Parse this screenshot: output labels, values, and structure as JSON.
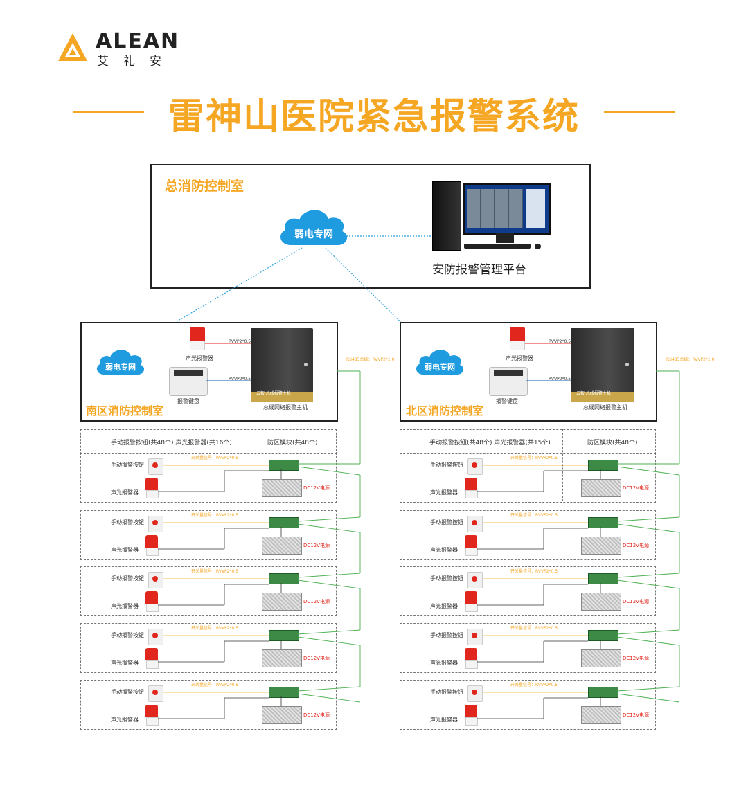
{
  "brand": {
    "logo_text": "ALEAN",
    "logo_cn": "艾礼安",
    "color": "#f5a623"
  },
  "title": "雷神山医院紧急报警系统",
  "central": {
    "room_label": "总消防控制室",
    "cloud_label": "弱电专网",
    "platform_label": "安防报警管理平台"
  },
  "south": {
    "room_label": "南区消防控制室",
    "cloud_label": "弱电专网",
    "siren_label": "声光报警器",
    "keypad_label": "报警键盘",
    "host_label": "总线网络报警主机",
    "host_badge": "云智·总线报警主机",
    "wire1": "RVVP2*0.5",
    "wire2": "RVVP2*0.5",
    "bus_wire": "RS485总线：RVVP2*1.0",
    "header_left": "手动报警按钮(共48个)   声光报警器(共16个)",
    "header_right": "防区模块(共48个)"
  },
  "north": {
    "room_label": "北区消防控制室",
    "cloud_label": "弱电专网",
    "siren_label": "声光报警器",
    "keypad_label": "报警键盘",
    "host_label": "总线网络报警主机",
    "host_badge": "云智·总线报警主机",
    "wire1": "RVVP2*0.5",
    "wire2": "RVVP2*0.5",
    "bus_wire": "RS485总线：RVVP2*1.0",
    "header_left": "手动报警按钮(共48个)   声光报警器(共15个)",
    "header_right": "防区模块(共48个)"
  },
  "row": {
    "button_label": "手动报警按钮",
    "siren_label": "声光报警器",
    "signal_wire": "开关量信号：RVVP2*0.5",
    "psu_label": "DC12V电源"
  },
  "colors": {
    "accent": "#f5a623",
    "cloud": "#1f9be0",
    "red": "#e1271d",
    "bus_green": "#4caf50"
  }
}
